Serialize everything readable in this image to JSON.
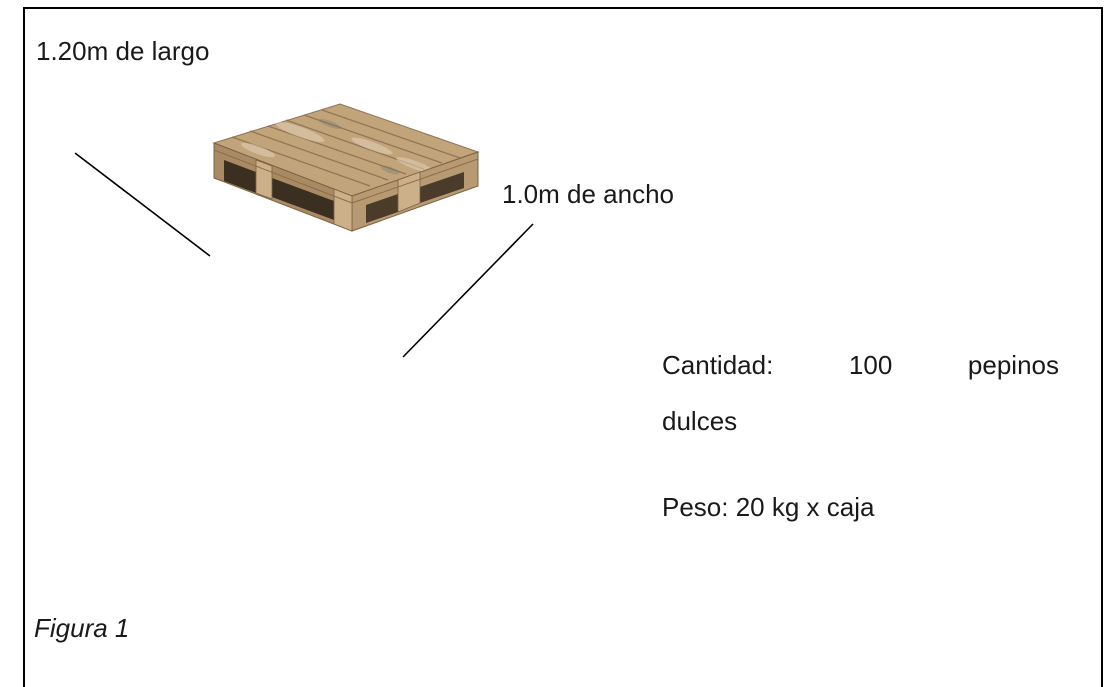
{
  "figure": {
    "length_label": "1.20m de largo",
    "width_label": "1.0m de ancho",
    "quantity": {
      "label": "Cantidad:",
      "count": "100",
      "item_word": "pepinos",
      "item_word2": "dulces"
    },
    "weight_label": "Peso: 20 kg x caja",
    "caption": "Figura 1"
  },
  "illustration": {
    "object": "wooden-pallet",
    "wood_color": "#b89a72",
    "wood_dark": "#7f6547",
    "wood_light": "#d5bf9c"
  }
}
